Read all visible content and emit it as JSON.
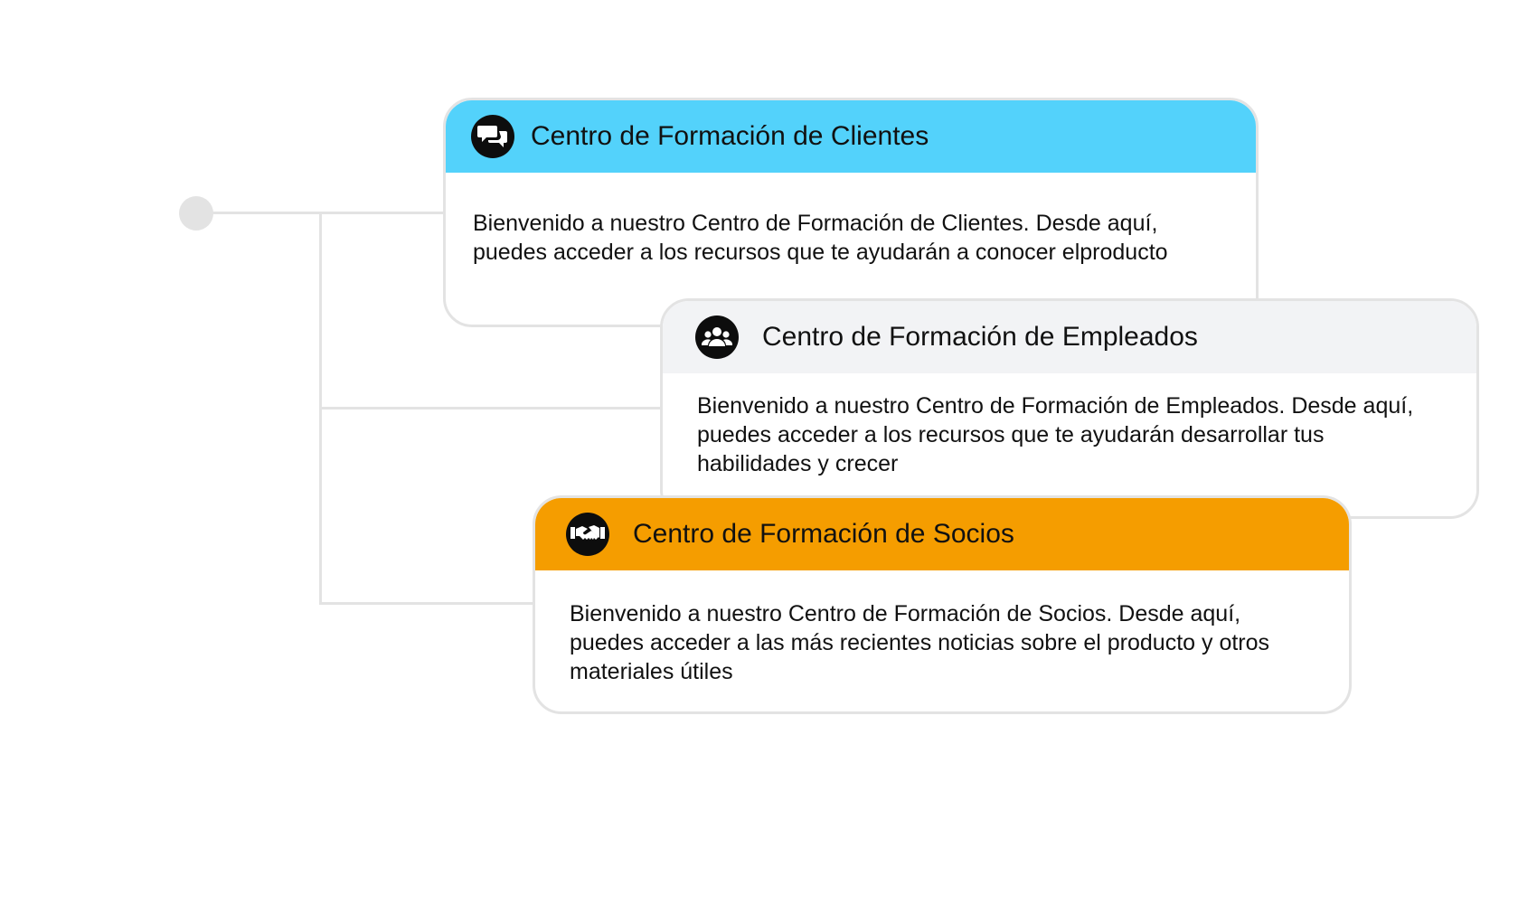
{
  "cards": {
    "clientes": {
      "title": "Centro de Formación de Clientes",
      "body": "Bienvenido a nuestro Centro de Formación de Clientes. Desde aquí, puedes acceder a los recursos que te ayudarán a conocer elproducto",
      "icon": "chat-bubbles-icon",
      "header_color": "#53d2fb"
    },
    "empleados": {
      "title": "Centro de Formación de Empleados",
      "body": "Bienvenido a nuestro Centro de Formación de Empleados. Desde aquí, puedes acceder a los recursos que te ayudarán desarrollar tus habilidades y crecer",
      "icon": "people-group-icon",
      "header_color": "#f2f3f5"
    },
    "socios": {
      "title": "Centro de Formación de Socios",
      "body": "Bienvenido a nuestro Centro de Formación de Socios. Desde aquí, puedes acceder a las más recientes noticias sobre el producto y otros materiales útiles",
      "icon": "handshake-icon",
      "header_color": "#f59d00"
    }
  },
  "colors": {
    "connector": "#e3e3e3",
    "card_border": "#e3e3e3",
    "text": "#111111"
  }
}
